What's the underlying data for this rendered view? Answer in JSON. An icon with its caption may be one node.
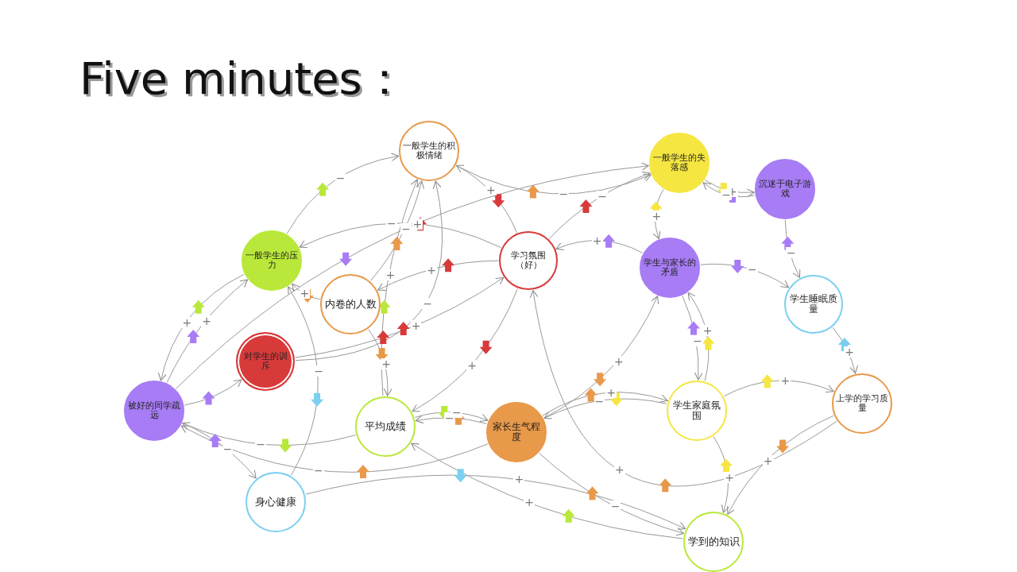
{
  "diagram": {
    "title": "Five minutes：",
    "nodes": [
      {
        "text": [
          "一般学生的积极情绪"
        ]
      },
      {
        "text": [
          "一般学生的失落感"
        ]
      },
      {
        "text": [
          "沉迷于电子游戏"
        ]
      },
      {
        "text": [
          "一般学生的压力"
        ]
      },
      {
        "text": [
          "学习氛围（好）"
        ]
      },
      {
        "text": [
          "学生与家长的矛盾"
        ]
      },
      {
        "text": [
          "内卷的人数"
        ]
      },
      {
        "text": [
          "学生睡眠质量"
        ]
      },
      {
        "text": [
          "对学生的训斥"
        ]
      },
      {
        "text": [
          "被好的同学疏远"
        ]
      },
      {
        "text": [
          "平均成绩"
        ]
      },
      {
        "text": [
          "家长生气程度"
        ]
      },
      {
        "text": [
          "学生家庭氛围"
        ]
      },
      {
        "text": [
          "上学的学习质量"
        ]
      },
      {
        "text": [
          "身心健康"
        ]
      },
      {
        "text": [
          "学到的知识"
        ]
      }
    ],
    "edges": [
      {
        "from": 9,
        "to": 3,
        "arrow": "to",
        "label": "+"
      },
      {
        "from": 9,
        "to": 1,
        "arrow": "to",
        "label": "+"
      },
      {
        "from": 3,
        "to": 9,
        "arrow": "to",
        "label": "+"
      },
      {
        "from": 9,
        "to": 8,
        "arrow": "to"
      },
      {
        "from": 10,
        "to": 9,
        "arrow": "to",
        "label": "−"
      },
      {
        "from": 11,
        "to": 9,
        "arrow": "to",
        "label": "−"
      },
      {
        "from": 9,
        "to": 14,
        "arrow": "to",
        "label": "−"
      },
      {
        "from": 14,
        "to": 3,
        "arrow": "to",
        "label": "−"
      },
      {
        "from": 3,
        "to": 0,
        "arrow": "to",
        "label": "−"
      },
      {
        "from": 6,
        "to": 0,
        "arrow": "to",
        "label": "−"
      },
      {
        "from": 6,
        "to": 3,
        "arrow": "to",
        "label": "+"
      },
      {
        "from": 8,
        "to": 0,
        "arrow": "to",
        "label": "−"
      },
      {
        "from": 8,
        "to": 4,
        "arrow": "to",
        "label": "+"
      },
      {
        "from": 4,
        "to": 0,
        "arrow": "to",
        "label": "+"
      },
      {
        "from": 4,
        "to": 3,
        "arrow": "to",
        "label": "−"
      },
      {
        "from": 4,
        "to": 6,
        "arrow": "to",
        "label": "+"
      },
      {
        "from": 4,
        "to": 10,
        "arrow": "to",
        "label": "+"
      },
      {
        "from": 0,
        "to": 1,
        "arrow": "to",
        "label": "−"
      },
      {
        "from": 4,
        "to": 1,
        "arrow": "to",
        "label": "−"
      },
      {
        "from": 1,
        "to": 2,
        "arrow": "to",
        "label": "+"
      },
      {
        "from": 2,
        "to": 1,
        "arrow": "to",
        "label": "−"
      },
      {
        "from": 2,
        "to": 7,
        "arrow": "to",
        "label": "−"
      },
      {
        "from": 5,
        "to": 7,
        "arrow": "to",
        "label": "−"
      },
      {
        "from": 5,
        "to": 4,
        "arrow": "to",
        "label": "+"
      },
      {
        "from": 5,
        "to": 12,
        "arrow": "to",
        "label": "−"
      },
      {
        "from": 12,
        "to": 11,
        "arrow": "to",
        "label": "−"
      },
      {
        "from": 11,
        "to": 12,
        "arrow": "to",
        "label": "+"
      },
      {
        "from": 11,
        "to": 10,
        "arrow": "to",
        "label": "−"
      },
      {
        "from": 10,
        "to": 11,
        "arrow": "to",
        "label": "−"
      },
      {
        "from": 12,
        "to": 5,
        "arrow": "to",
        "label": "+"
      },
      {
        "from": 7,
        "to": 13,
        "arrow": "to",
        "label": "+"
      },
      {
        "from": 13,
        "to": 15,
        "arrow": "to",
        "label": "+"
      },
      {
        "from": 12,
        "to": 15,
        "arrow": "to",
        "label": "+"
      },
      {
        "from": 15,
        "to": 10,
        "arrow": "to",
        "label": "+"
      },
      {
        "from": 14,
        "to": 15,
        "arrow": "to",
        "label": "+"
      },
      {
        "from": 13,
        "to": 4,
        "arrow": "to",
        "label": "+"
      },
      {
        "from": 10,
        "to": 0,
        "arrow": "to",
        "label": "+"
      },
      {
        "from": 11,
        "to": 5,
        "arrow": "to",
        "label": "+"
      },
      {
        "from": 12,
        "to": 13,
        "arrow": "to",
        "label": "+"
      },
      {
        "from": 11,
        "to": 15,
        "arrow": "to",
        "label": "−"
      },
      {
        "from": 6,
        "to": 10,
        "arrow": "to",
        "label": "+"
      },
      {
        "from": 1,
        "to": 5,
        "arrow": "to",
        "label": "+"
      }
    ]
  }
}
